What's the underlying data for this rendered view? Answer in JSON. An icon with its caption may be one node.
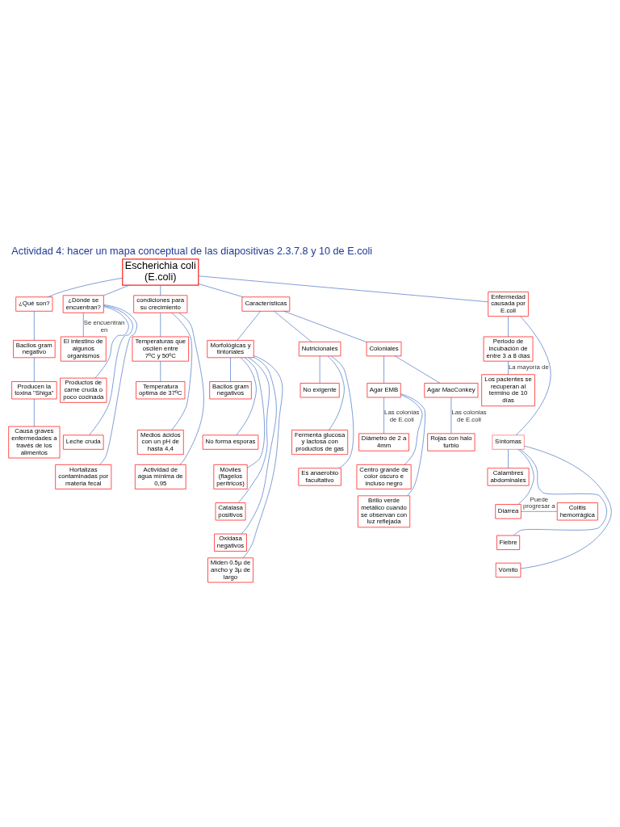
{
  "diagram": {
    "title": "Actividad 4: hacer un mapa conceptual de las diapositivas 2.3.7.8 y 10 de E.coli",
    "nodes": [
      {
        "text": [
          "Escherichia coli (E.coli)"
        ]
      },
      {
        "text": [
          "¿Qué son?"
        ]
      },
      {
        "text": [
          "Bacilos gram negativo"
        ]
      },
      {
        "text": [
          "Producen la toxina \"Shiga\""
        ]
      },
      {
        "text": [
          "Causa graves enfermedades a través de los alimentos"
        ]
      },
      {
        "text": [
          "¿Dónde se encuentran?"
        ]
      },
      {
        "text": [
          "El intestino de algunos organismos"
        ]
      },
      {
        "text": [
          "Productos de carne cruda o poco cocinada"
        ]
      },
      {
        "text": [
          "Leche cruda"
        ]
      },
      {
        "text": [
          "Hortalizas contaminadas por materia fecal"
        ]
      },
      {
        "text": [
          "condiciones para su crecimiento"
        ]
      },
      {
        "text": [
          "Temperaturas que oscilen entre 7ºC y 50ºC"
        ]
      },
      {
        "text": [
          "Temperatura optima de 37ºC"
        ]
      },
      {
        "text": [
          "Medios ácidos con un pH de hasta 4,4"
        ]
      },
      {
        "text": [
          "Actividad de agua mínima de 0,95"
        ]
      },
      {
        "text": [
          "Características"
        ]
      },
      {
        "text": [
          "Morfológicas y tintoriales"
        ]
      },
      {
        "text": [
          "Bacilos gram negativos"
        ]
      },
      {
        "text": [
          "No forma esporas"
        ]
      },
      {
        "text": [
          "Móviles (flagelos perítricos)"
        ]
      },
      {
        "text": [
          "Catalasa positivos"
        ]
      },
      {
        "text": [
          "Oxidasa negativos"
        ]
      },
      {
        "text": [
          "Miden 0.5µ de ancho y 3µ de largo"
        ]
      },
      {
        "text": [
          "Nutricionales"
        ]
      },
      {
        "text": [
          "No exigente"
        ]
      },
      {
        "text": [
          "Fermenta glucosa y lactosa con productos de gas"
        ]
      },
      {
        "text": [
          "Es anaerobio facultativo"
        ]
      },
      {
        "text": [
          "Coloniales"
        ]
      },
      {
        "text": [
          "Agar EMB"
        ]
      },
      {
        "text": [
          "Diámetro de 2 a 4mm"
        ]
      },
      {
        "text": [
          "Centro grande de color oscuro e incluso negro"
        ]
      },
      {
        "text": [
          "Brillo verde metálico cuando se observan con luz reflejada"
        ]
      },
      {
        "text": [
          "Agar MacConkey"
        ]
      },
      {
        "text": [
          "Rojas con halo turbio"
        ]
      },
      {
        "text": [
          "Enfermedad causada por E.coli"
        ]
      },
      {
        "text": [
          "Periodo de incubación de entre 3 a 8 días"
        ]
      },
      {
        "text": [
          "Los pacientes se recuperan al termino de 10 días"
        ]
      },
      {
        "text": [
          "Síntomas"
        ]
      },
      {
        "text": [
          "Calambres abdominales"
        ]
      },
      {
        "text": [
          "Diarrea"
        ]
      },
      {
        "text": [
          "Colitis hemorrágica"
        ]
      },
      {
        "text": [
          "Fiebre"
        ]
      },
      {
        "text": [
          "Vómito"
        ]
      }
    ],
    "edges": [
      {
        "from": 0,
        "to": 1,
        "arrow": "none"
      },
      {
        "from": 1,
        "to": 2,
        "arrow": "none"
      },
      {
        "from": 2,
        "to": 3,
        "arrow": "none"
      },
      {
        "from": 3,
        "to": 4,
        "arrow": "none"
      },
      {
        "from": 0,
        "to": 5,
        "arrow": "none"
      },
      {
        "from": 5,
        "to": 6,
        "arrow": "none",
        "label": "Se encuentran en"
      },
      {
        "from": 5,
        "to": 7,
        "arrow": "none"
      },
      {
        "from": 5,
        "to": 8,
        "arrow": "none"
      },
      {
        "from": 5,
        "to": 9,
        "arrow": "none"
      },
      {
        "from": 0,
        "to": 10,
        "arrow": "none"
      },
      {
        "from": 10,
        "to": 11,
        "arrow": "none"
      },
      {
        "from": 11,
        "to": 12,
        "arrow": "none"
      },
      {
        "from": 10,
        "to": 13,
        "arrow": "none"
      },
      {
        "from": 10,
        "to": 14,
        "arrow": "none"
      },
      {
        "from": 0,
        "to": 15,
        "arrow": "none"
      },
      {
        "from": 15,
        "to": 16,
        "arrow": "none"
      },
      {
        "from": 16,
        "to": 17,
        "arrow": "none"
      },
      {
        "from": 16,
        "to": 18,
        "arrow": "none"
      },
      {
        "from": 16,
        "to": 19,
        "arrow": "none"
      },
      {
        "from": 16,
        "to": 20,
        "arrow": "none"
      },
      {
        "from": 16,
        "to": 21,
        "arrow": "none"
      },
      {
        "from": 16,
        "to": 22,
        "arrow": "none"
      },
      {
        "from": 15,
        "to": 23,
        "arrow": "none"
      },
      {
        "from": 23,
        "to": 24,
        "arrow": "none"
      },
      {
        "from": 23,
        "to": 25,
        "arrow": "none"
      },
      {
        "from": 23,
        "to": 26,
        "arrow": "none"
      },
      {
        "from": 15,
        "to": 27,
        "arrow": "none"
      },
      {
        "from": 27,
        "to": 28,
        "arrow": "none"
      },
      {
        "from": 28,
        "to": 29,
        "arrow": "none",
        "label": "Las colonias de E.coli"
      },
      {
        "from": 28,
        "to": 30,
        "arrow": "none"
      },
      {
        "from": 28,
        "to": 31,
        "arrow": "none"
      },
      {
        "from": 27,
        "to": 32,
        "arrow": "none"
      },
      {
        "from": 32,
        "to": 33,
        "arrow": "none",
        "label": "Las colonias de E.coli"
      },
      {
        "from": 0,
        "to": 34,
        "arrow": "none"
      },
      {
        "from": 34,
        "to": 35,
        "arrow": "none"
      },
      {
        "from": 35,
        "to": 36,
        "arrow": "none",
        "label": "La mayoría de"
      },
      {
        "from": 34,
        "to": 37,
        "arrow": "none"
      },
      {
        "from": 37,
        "to": 38,
        "arrow": "none"
      },
      {
        "from": 37,
        "to": 39,
        "arrow": "none"
      },
      {
        "from": 39,
        "to": 40,
        "arrow": "none",
        "label": "Puede progresar a"
      },
      {
        "from": 37,
        "to": 41,
        "arrow": "none"
      },
      {
        "from": 37,
        "to": 42,
        "arrow": "none"
      }
    ]
  }
}
